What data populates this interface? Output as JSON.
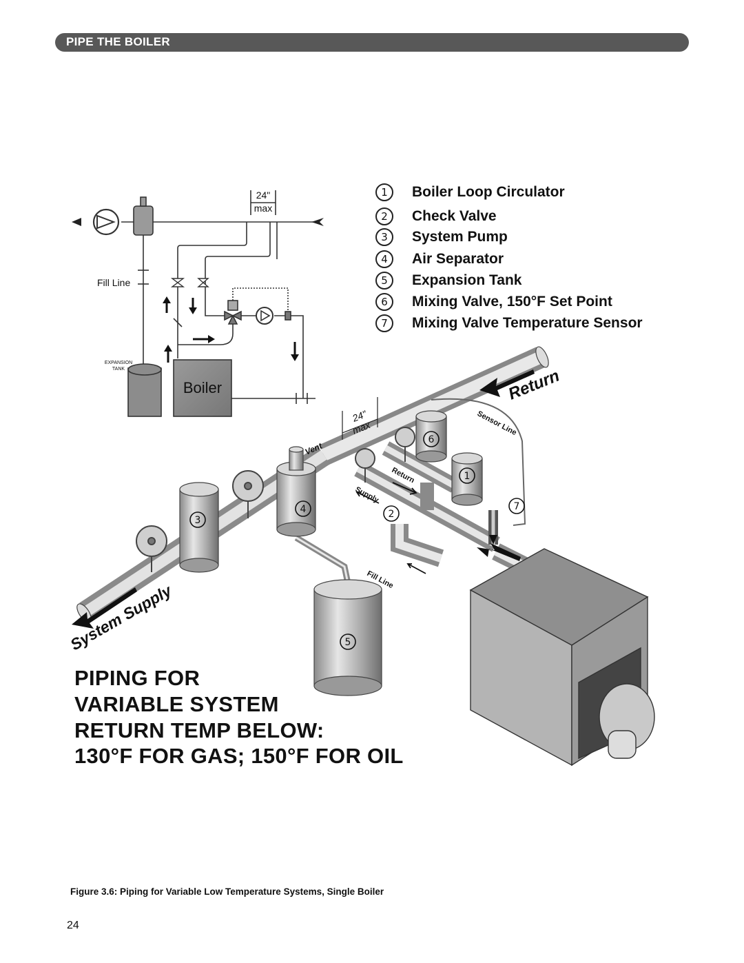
{
  "section": {
    "title": "PIPE THE BOILER"
  },
  "schematic": {
    "dim_value": "24\"",
    "dim_unit": "max",
    "fill_line": "Fill Line",
    "expansion_tank_line1": "EXPANSION",
    "expansion_tank_line2": "TANK",
    "boiler": "Boiler"
  },
  "legend": [
    {
      "num": "1",
      "label": "Boiler Loop Circulator"
    },
    {
      "num": "2",
      "label": "Check Valve"
    },
    {
      "num": "3",
      "label": "System Pump"
    },
    {
      "num": "4",
      "label": "Air Separator"
    },
    {
      "num": "5",
      "label": "Expansion Tank"
    },
    {
      "num": "6",
      "label": "Mixing Valve, 150°F Set Point"
    },
    {
      "num": "7",
      "label": "Mixing Valve Temperature Sensor"
    }
  ],
  "iso": {
    "return_main": "Return",
    "sensor_line": "Sensor Line",
    "dim_value": "24\"",
    "dim_unit": "max",
    "vent": "Vent",
    "return_branch": "Return",
    "supply_branch": "Supply",
    "fill_line": "Fill Line",
    "system_supply": "System Supply",
    "callouts": [
      "1",
      "2",
      "3",
      "4",
      "5",
      "6",
      "7"
    ]
  },
  "heading": [
    "PIPING FOR",
    "VARIABLE SYSTEM",
    "RETURN TEMP BELOW:",
    "130°F FOR GAS; 150°F FOR OIL"
  ],
  "caption": "Figure 3.6: Piping for Variable Low Temperature Systems, Single Boiler",
  "page_number": "24"
}
